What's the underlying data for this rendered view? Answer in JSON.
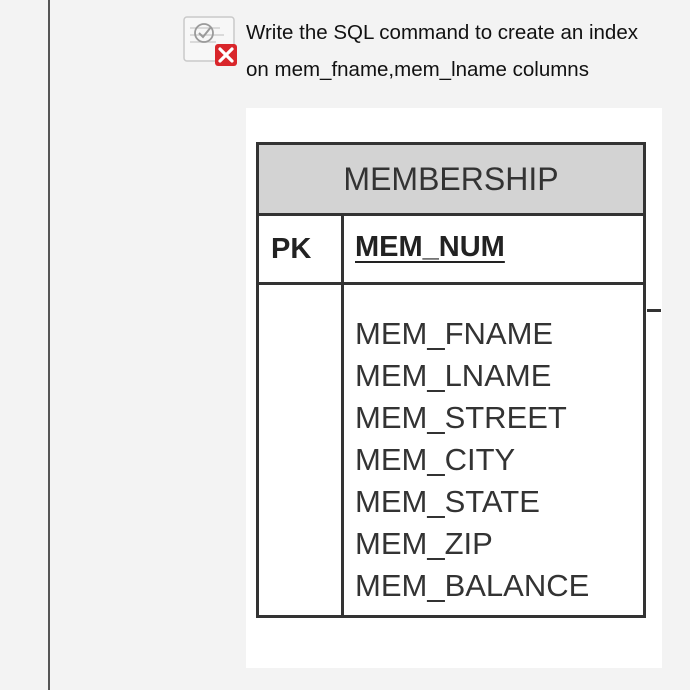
{
  "question": {
    "line1": "Write the SQL command to create an index",
    "line2": "on mem_fname,mem_lname columns",
    "status_icon": "incorrect-x-icon"
  },
  "entity": {
    "name": "MEMBERSHIP",
    "pk_label": "PK",
    "pk_attribute": "MEM_NUM",
    "attributes": [
      "MEM_FNAME",
      "MEM_LNAME",
      "MEM_STREET",
      "MEM_CITY",
      "MEM_STATE",
      "MEM_ZIP",
      "MEM_BALANCE"
    ]
  },
  "colors": {
    "header_fill": "#d3d3d3",
    "error_red": "#d9262b",
    "border": "#333333"
  }
}
